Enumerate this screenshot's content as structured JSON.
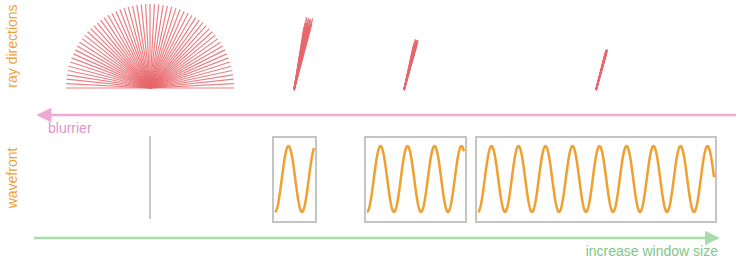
{
  "diagram": {
    "labels": [
      "ray directions",
      "blurrier",
      "wavefront",
      "increase window size"
    ]
  }
}
